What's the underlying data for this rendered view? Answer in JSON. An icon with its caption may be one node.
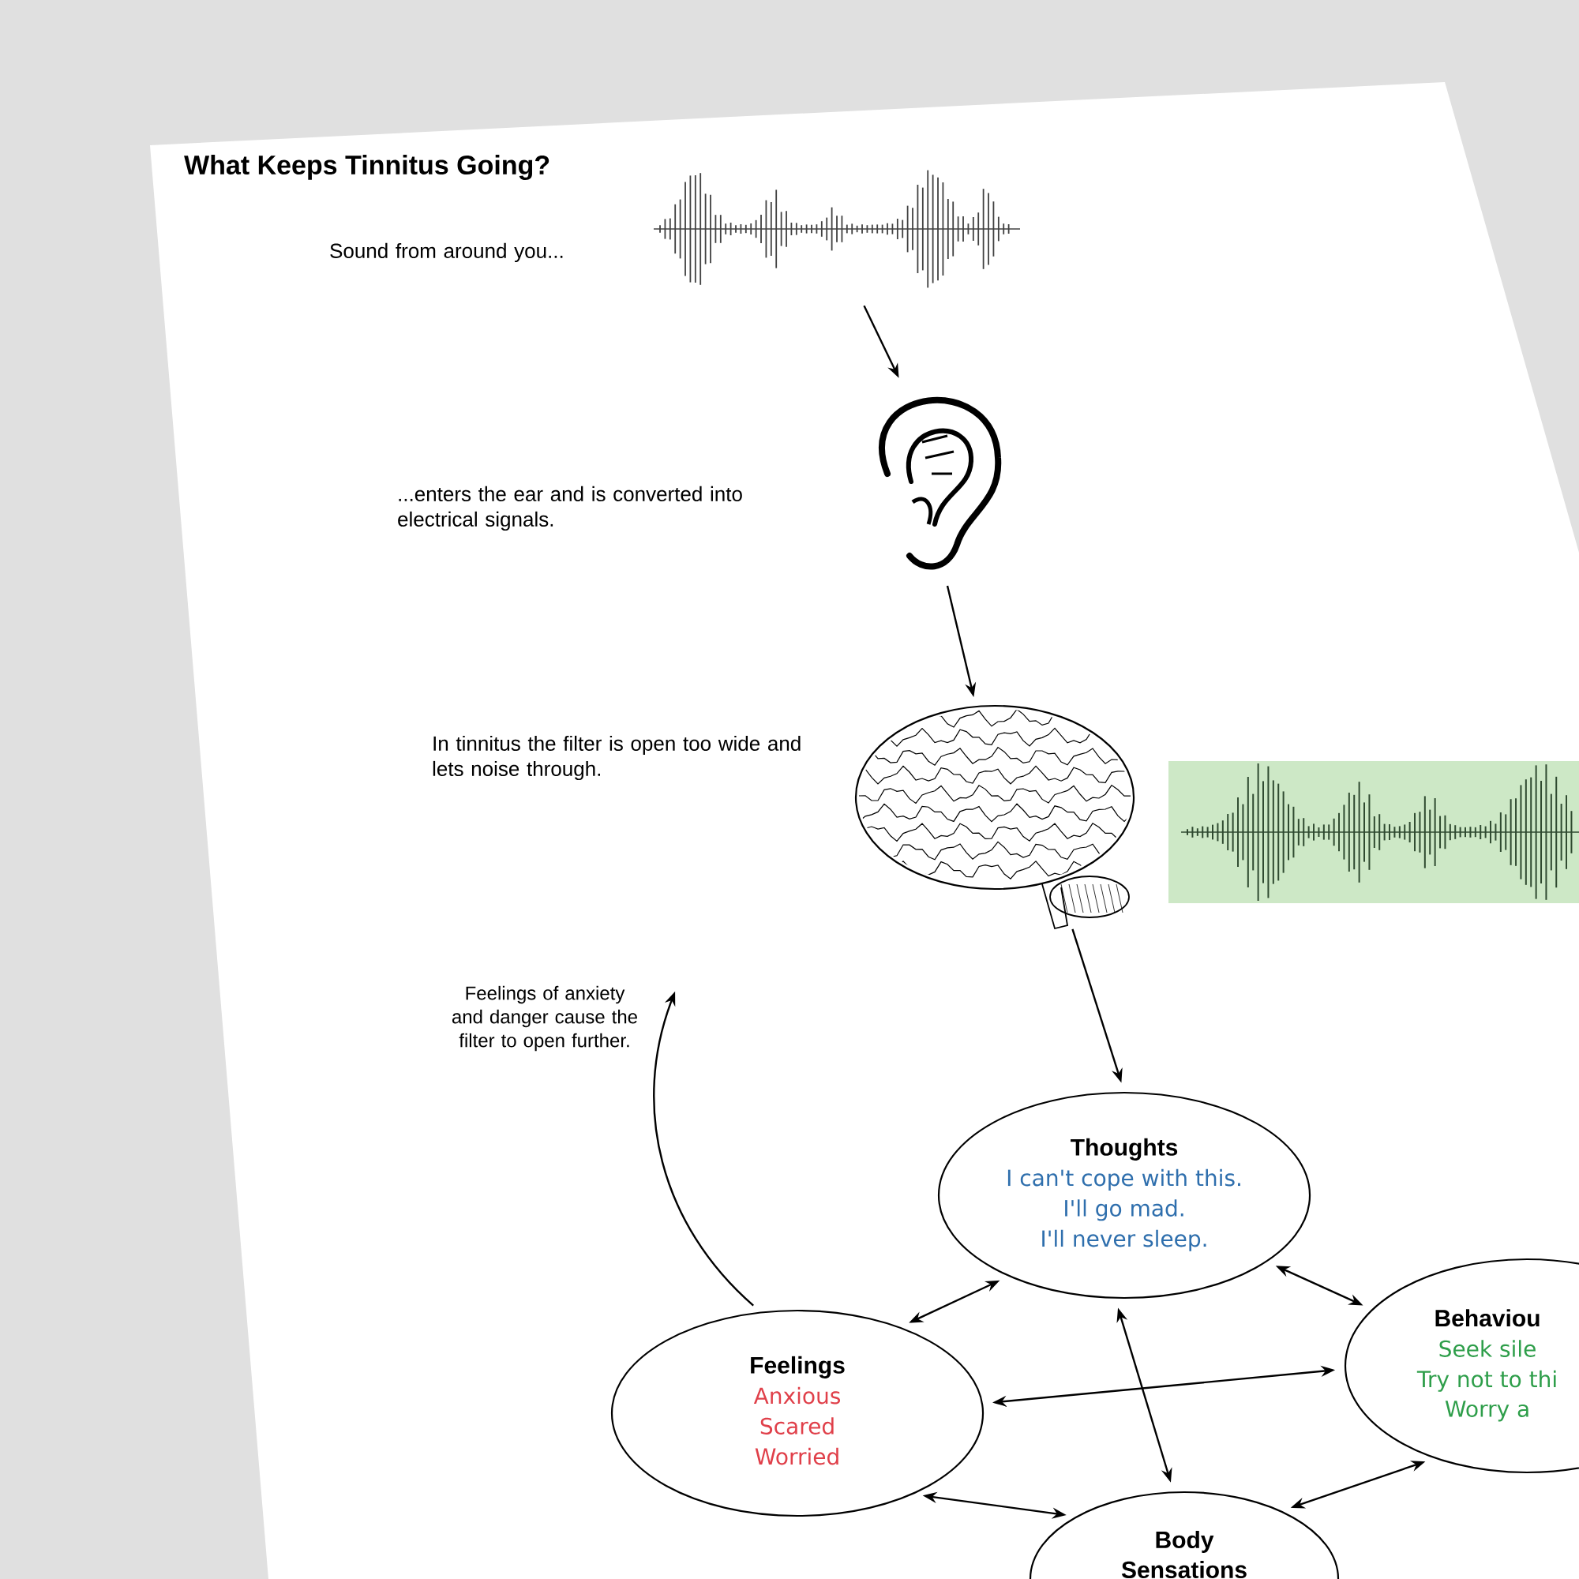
{
  "diagram": {
    "title": "What Keeps Tinnitus Going?",
    "nodes": [
      {
        "text": [],
        "shape": "picture"
      },
      {
        "text": [],
        "shape": "picture"
      },
      {
        "text": [],
        "shape": "picture"
      },
      {
        "text": [
          "Feelings of anxiety and danger cause the filter to open further."
        ]
      },
      {
        "text": [
          "Thoughts",
          "I can't cope with this.",
          "I'll go mad.",
          "I'll never sleep."
        ]
      },
      {
        "text": [
          "Feelings",
          "Anxious",
          "Scared",
          "Worried"
        ]
      },
      {
        "text": [
          "Behaviou",
          "Seek sile",
          "Try not to thi",
          "Worry a"
        ]
      },
      {
        "text": [
          "Body Sensations"
        ]
      }
    ],
    "edges": [
      {
        "from": 0,
        "to": 1,
        "arrow": "to"
      },
      {
        "from": 1,
        "to": 2,
        "arrow": "to"
      },
      {
        "from": 2,
        "to": 4,
        "arrow": "to"
      },
      {
        "from": 5,
        "to": 3,
        "arrow": "to"
      },
      {
        "from": 5,
        "to": 4,
        "arrow": "both"
      },
      {
        "from": 4,
        "to": 6,
        "arrow": "both"
      },
      {
        "from": 5,
        "to": 6,
        "arrow": "both"
      },
      {
        "from": 4,
        "to": 7,
        "arrow": "both"
      },
      {
        "from": 5,
        "to": 7,
        "arrow": "both"
      },
      {
        "from": 6,
        "to": 7,
        "arrow": "both"
      }
    ],
    "labels": [
      "Sound from around you...",
      "...enters the ear and is converted into electrical signals.",
      "In tinnitus the filter is open too wide and lets noise through."
    ]
  }
}
